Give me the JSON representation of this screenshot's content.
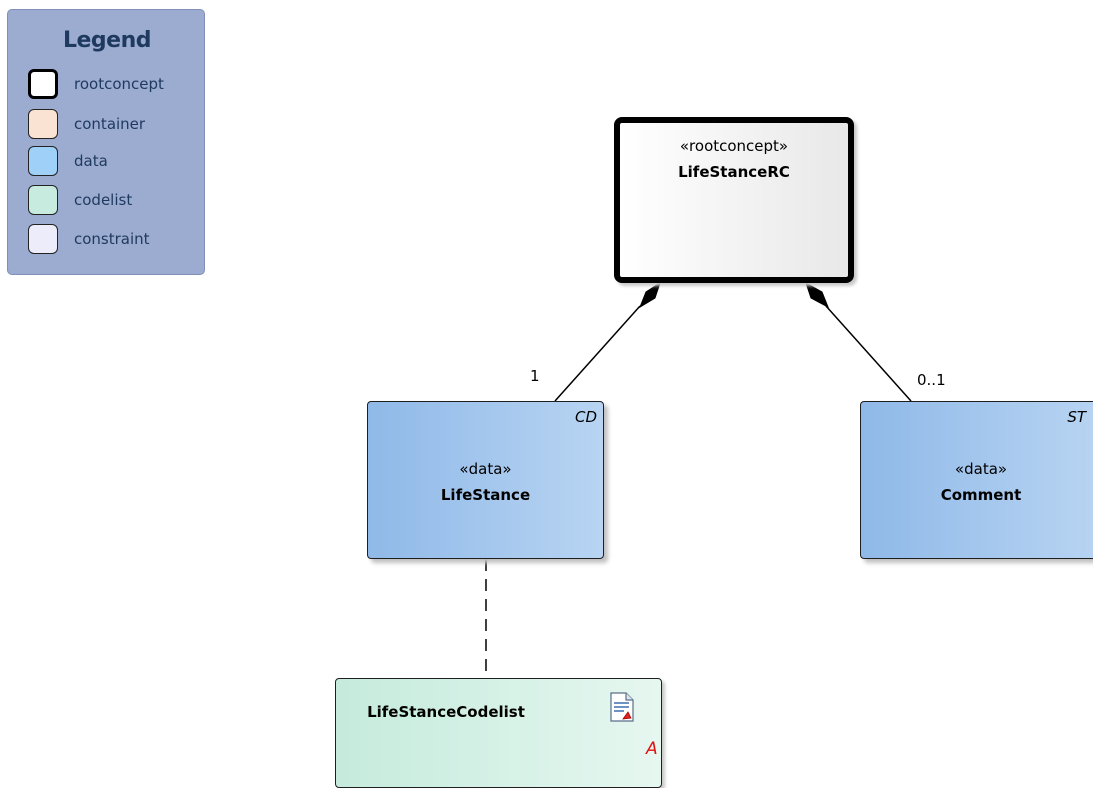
{
  "legend": {
    "title": "Legend",
    "items": [
      {
        "label": "rootconcept",
        "color": "#ffffff"
      },
      {
        "label": "container",
        "color": "#fbe3d3"
      },
      {
        "label": "data",
        "color": "#9fd0f8"
      },
      {
        "label": "codelist",
        "color": "#c7ecdf"
      },
      {
        "label": "constraint",
        "color": "#ececfb"
      }
    ]
  },
  "nodes": {
    "root": {
      "stereotype": "«rootconcept»",
      "name": "LifeStanceRC"
    },
    "lifestance": {
      "stereotype": "«data»",
      "name": "LifeStance",
      "tag": "CD"
    },
    "comment": {
      "stereotype": "«data»",
      "name": "Comment",
      "tag": "ST"
    },
    "codelist": {
      "name": "LifeStanceCodelist",
      "mark": "A"
    }
  },
  "connectors": {
    "lifestance_multiplicity": "1",
    "comment_multiplicity": "0..1"
  }
}
